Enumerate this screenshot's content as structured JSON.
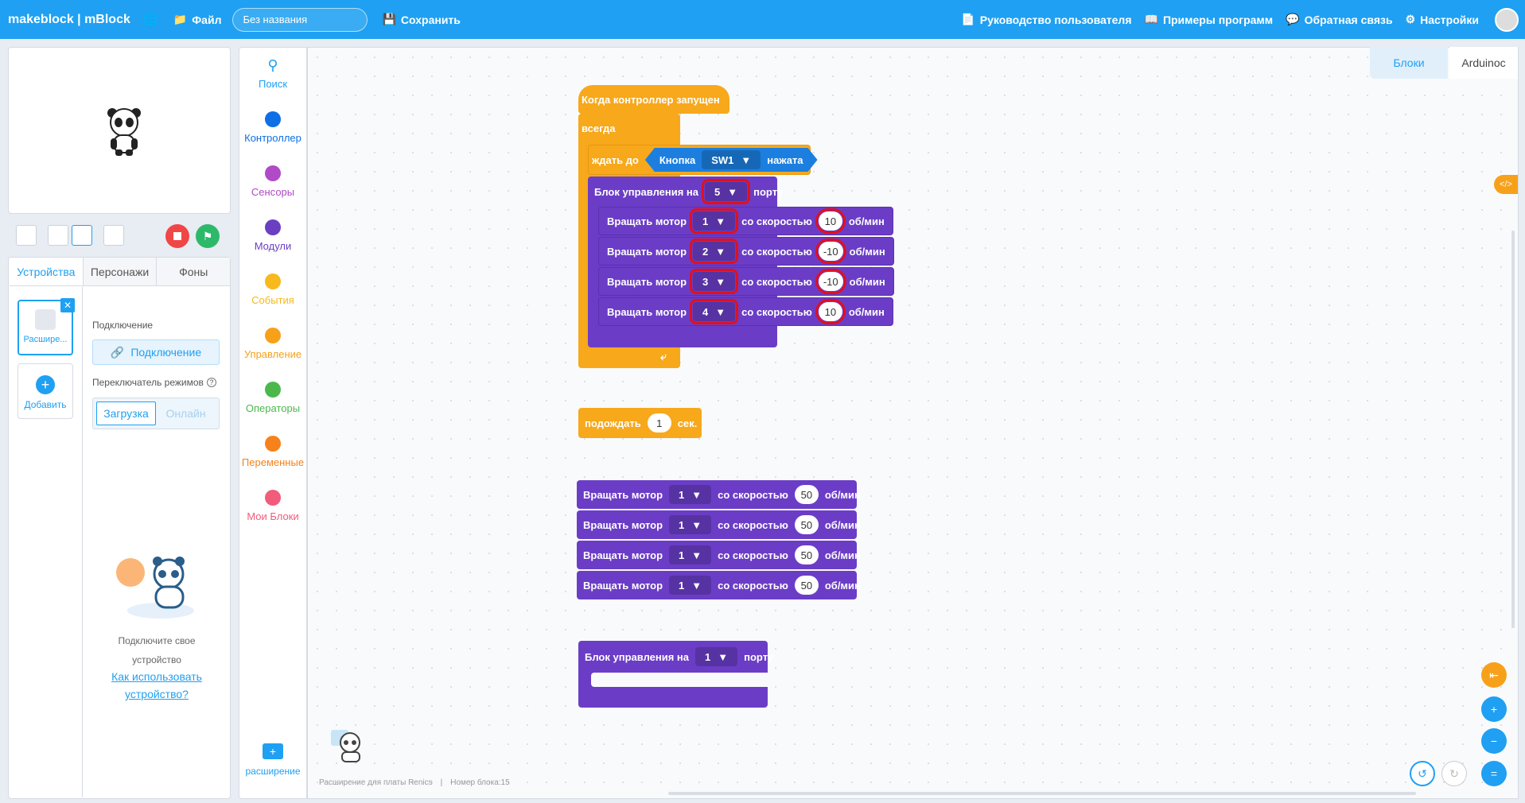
{
  "topbar": {
    "logo": "makeblock | mBlock",
    "file_label": "Файл",
    "project_name": "Без названия",
    "save_label": "Сохранить",
    "guide_label": "Руководство пользователя",
    "examples_label": "Примеры программ",
    "feedback_label": "Обратная связь",
    "settings_label": "Настройки"
  },
  "tabs": [
    "Устройства",
    "Персонажи",
    "Фоны"
  ],
  "devices": {
    "device_label": "Расшире...",
    "add_label": "Добавить",
    "connection_heading": "Подключение",
    "connect_button": "Подключение",
    "mode_heading": "Переключатель режимов",
    "mode_upload": "Загрузка",
    "mode_live": "Онлайн",
    "hint_line1": "Подключите свое",
    "hint_line2": "устройство",
    "help_link_line1": "Как использовать",
    "help_link_line2": "устройство?"
  },
  "categories": [
    {
      "label": "Поиск",
      "color": "#1fa0f2"
    },
    {
      "label": "Контроллер",
      "color": "#0f6fe6"
    },
    {
      "label": "Сенсоры",
      "color": "#b04ac7"
    },
    {
      "label": "Модули",
      "color": "#6a3fc2"
    },
    {
      "label": "События",
      "color": "#f7b91b"
    },
    {
      "label": "Управление",
      "color": "#f7a11b"
    },
    {
      "label": "Операторы",
      "color": "#4cb84c"
    },
    {
      "label": "Переменные",
      "color": "#f7811b"
    },
    {
      "label": "Мои Блоки",
      "color": "#f05c7a"
    }
  ],
  "extension_label": "расширение",
  "view_tabs": {
    "blocks": "Блоки",
    "code": "Arduinoc"
  },
  "footer": {
    "board": "Расширение для платы Renics",
    "block_count": "Номер блока:15"
  },
  "script": {
    "hat": "Когда контроллер запущен",
    "forever": "всегда",
    "wait_until": "ждать до",
    "button_label": "Кнопка",
    "button_value": "SW1",
    "pressed": "нажата",
    "driver_prefix": "Блок управления на",
    "driver_port": "5",
    "driver_suffix": "порту",
    "motor_prefix": "Вращать мотор",
    "speed_label": "со скоростью",
    "unit": "об/мин",
    "motors": [
      {
        "motor": "1",
        "speed": "10"
      },
      {
        "motor": "2",
        "speed": "-10"
      },
      {
        "motor": "3",
        "speed": "-10"
      },
      {
        "motor": "4",
        "speed": "10"
      }
    ]
  },
  "wait_block": {
    "label": "подождать",
    "value": "1",
    "unit": "сек."
  },
  "loose_motors": [
    {
      "motor": "1",
      "speed": "50"
    },
    {
      "motor": "1",
      "speed": "50"
    },
    {
      "motor": "1",
      "speed": "50"
    },
    {
      "motor": "1",
      "speed": "50"
    }
  ],
  "driver_block2": {
    "prefix": "Блок управления на",
    "port": "1",
    "suffix": "порту"
  }
}
